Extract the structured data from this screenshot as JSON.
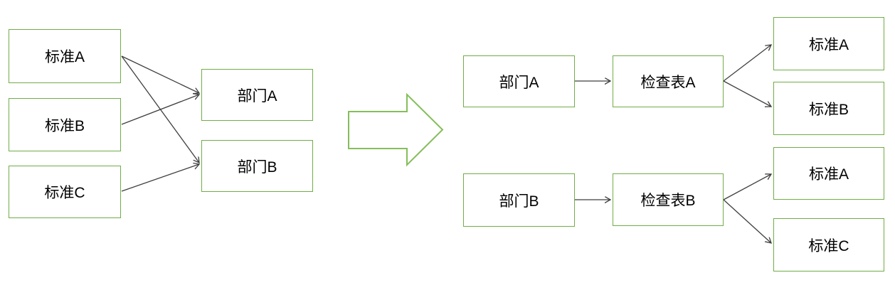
{
  "diagram": {
    "description": "Standards-to-departments mapping transformed into per-department checklists",
    "colors": {
      "box_border": "#70ad47",
      "block_arrow_outline": "#85be5b",
      "connector": "#3f3f3f",
      "text": "#000000",
      "background": "#ffffff"
    },
    "nodes": {
      "std_a_left": "标准A",
      "std_b_left": "标准B",
      "std_c_left": "标准C",
      "dept_a_left": "部门A",
      "dept_b_left": "部门B",
      "dept_a_right": "部门A",
      "chk_a": "检查表A",
      "std_a_top_right": "标准A",
      "std_b_right": "标准B",
      "dept_b_right": "部门B",
      "chk_b": "检查表B",
      "std_a_mid_right": "标准A",
      "std_c_right": "标准C"
    },
    "edges": [
      {
        "from": "标准A",
        "to": "部门A"
      },
      {
        "from": "标准B",
        "to": "部门A"
      },
      {
        "from": "标准A",
        "to": "部门B"
      },
      {
        "from": "标准C",
        "to": "部门B"
      },
      {
        "from": "部门A",
        "to": "检查表A"
      },
      {
        "from": "检查表A",
        "to": "标准A"
      },
      {
        "from": "检查表A",
        "to": "标准B"
      },
      {
        "from": "部门B",
        "to": "检查表B"
      },
      {
        "from": "检查表B",
        "to": "标准A"
      },
      {
        "from": "检查表B",
        "to": "标准C"
      }
    ]
  }
}
